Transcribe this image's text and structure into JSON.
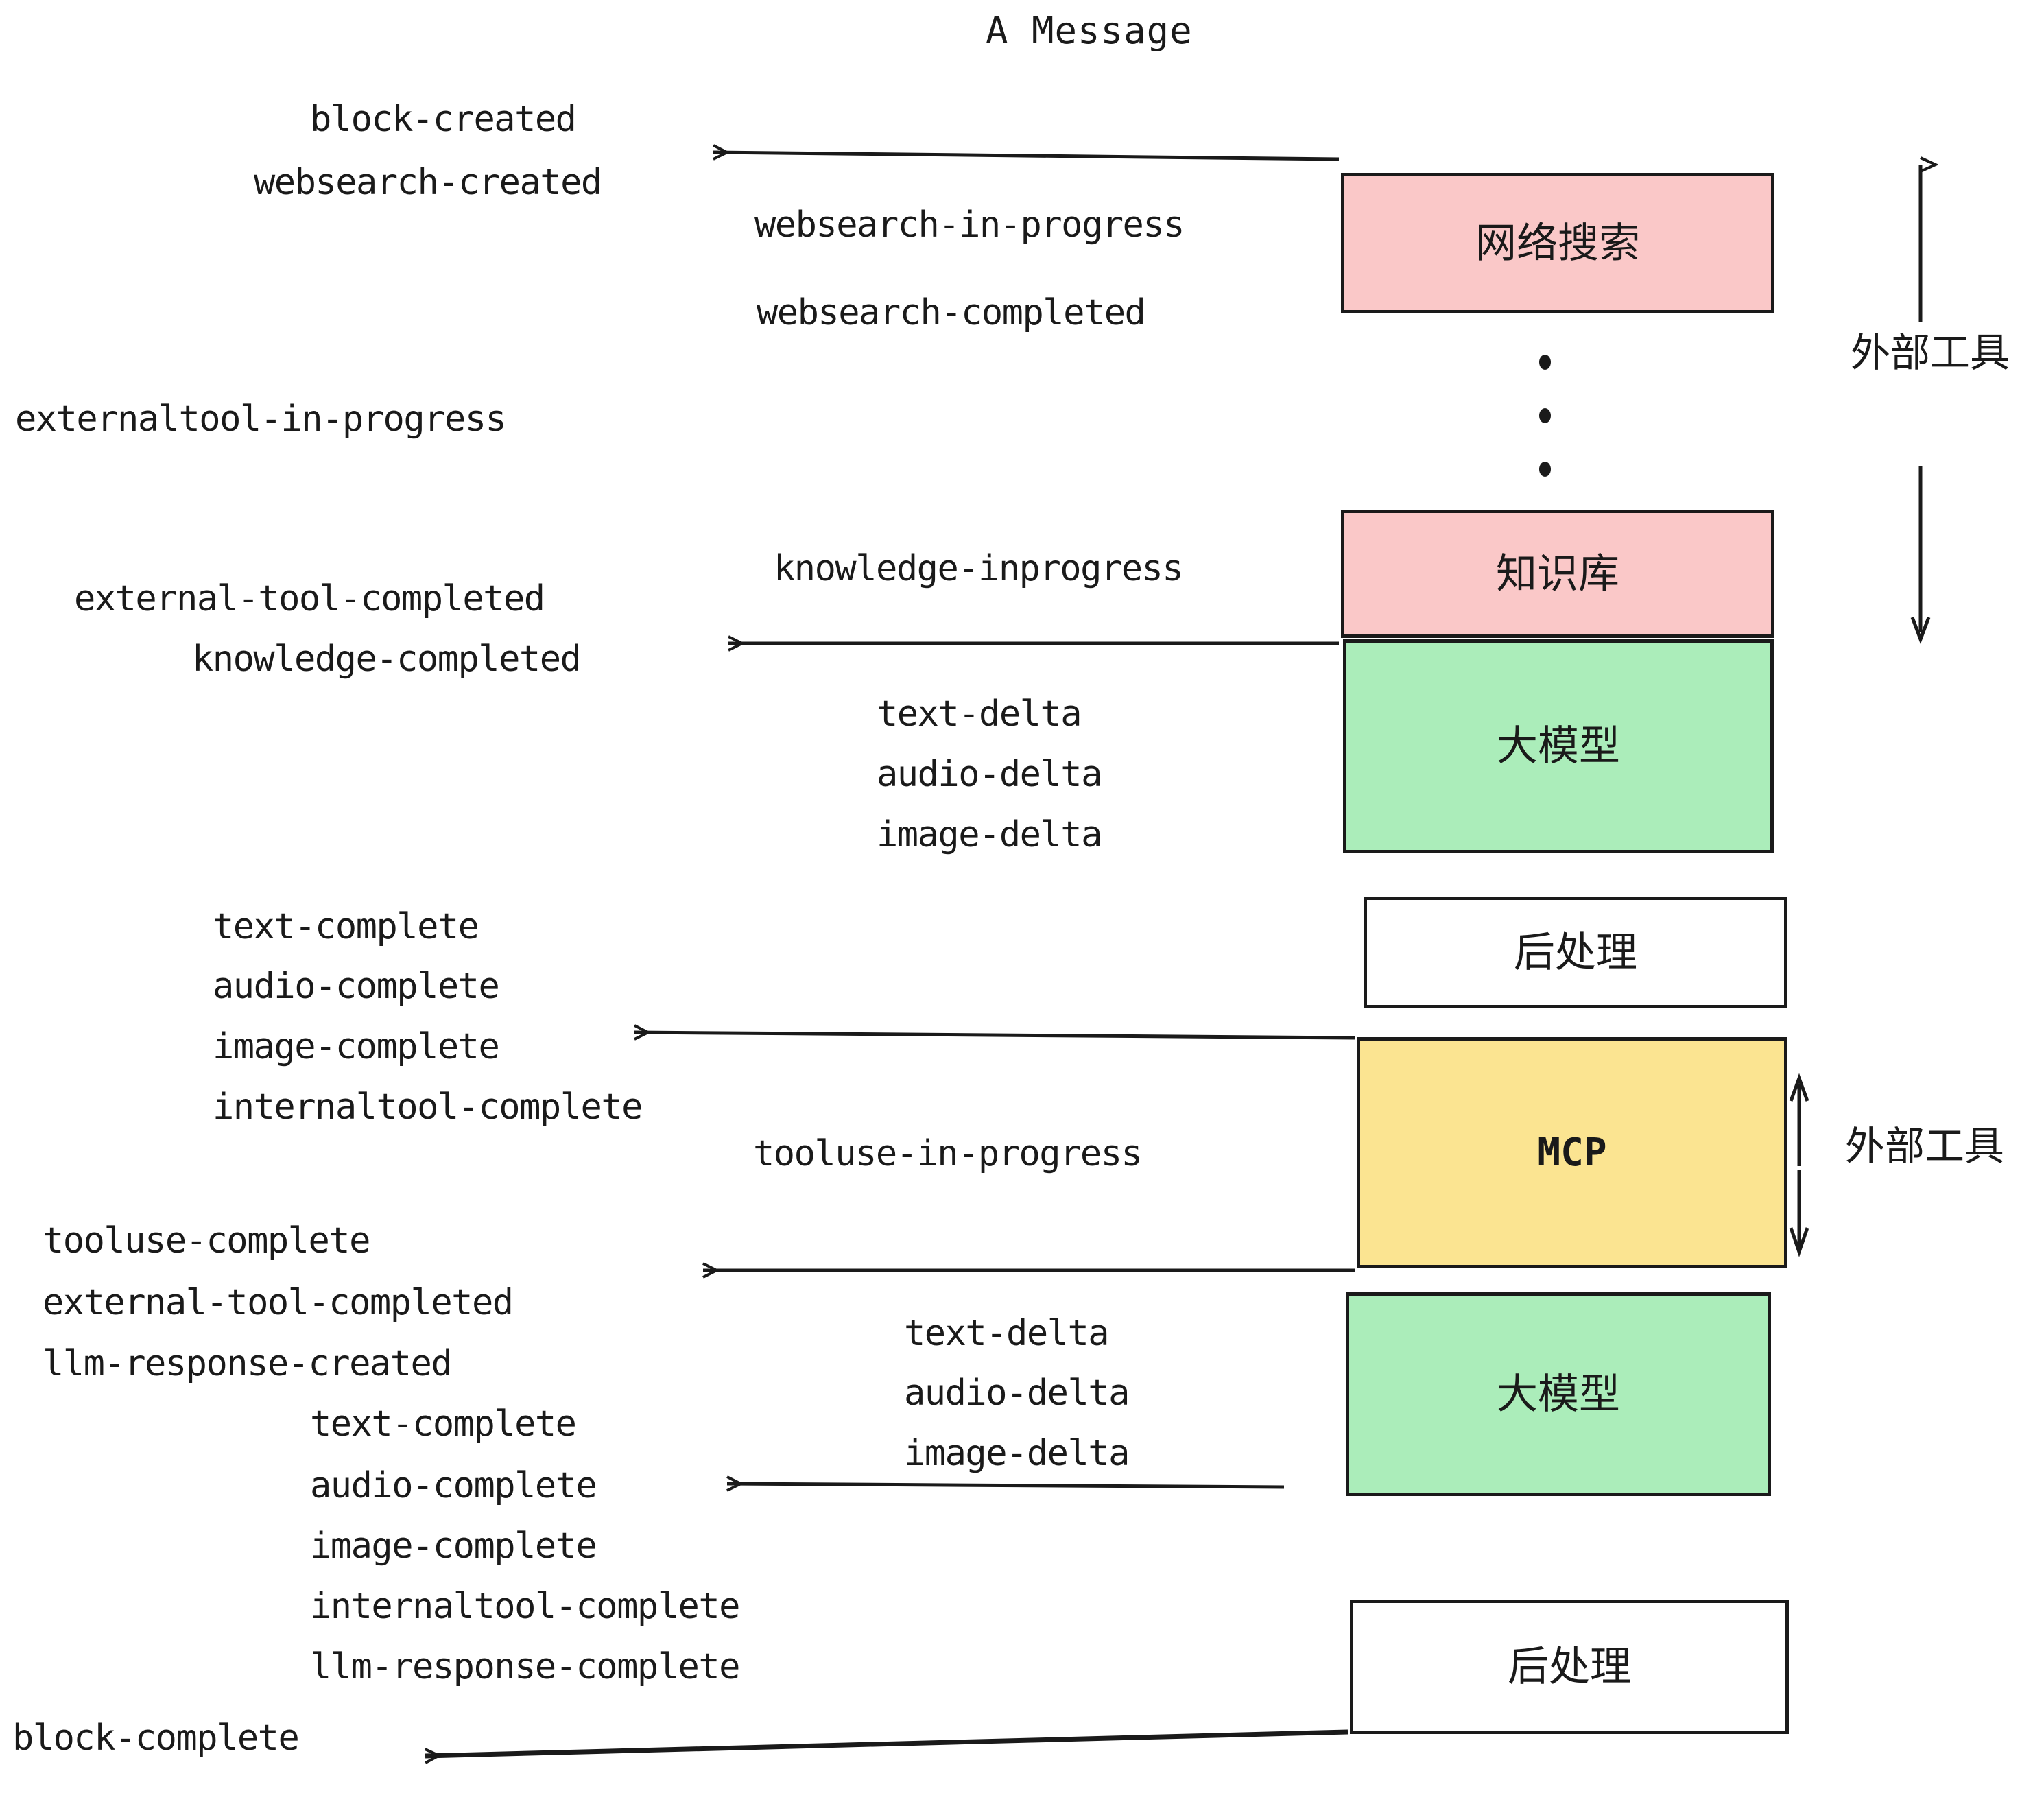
{
  "title": "A Message",
  "nodes": [
    {
      "label": "网络搜索",
      "color": "#fac8c8",
      "kind": "cn"
    },
    {
      "label": "知识库",
      "color": "#fac8c8",
      "kind": "cn"
    },
    {
      "label": "大模型",
      "color": "#abedba",
      "kind": "cn"
    },
    {
      "label": "后处理",
      "color": "#ffffff",
      "kind": "cn"
    },
    {
      "label": "MCP",
      "color": "#fbe491",
      "kind": "latin"
    },
    {
      "label": "大模型",
      "color": "#abedba",
      "kind": "cn"
    },
    {
      "label": "后处理",
      "color": "#ffffff",
      "kind": "cn"
    }
  ],
  "side_labels": [
    {
      "text": "外部工具"
    },
    {
      "text": "外部工具"
    }
  ],
  "events": [
    {
      "text": "block-created"
    },
    {
      "text": "websearch-created"
    },
    {
      "text": "websearch-in-progress"
    },
    {
      "text": "websearch-completed"
    },
    {
      "text": "externaltool-in-progress"
    },
    {
      "text": "knowledge-inprogress"
    },
    {
      "text": "external-tool-completed"
    },
    {
      "text": "knowledge-completed"
    },
    {
      "text": "text-delta"
    },
    {
      "text": "audio-delta"
    },
    {
      "text": "image-delta"
    },
    {
      "text": "text-complete"
    },
    {
      "text": "audio-complete"
    },
    {
      "text": "image-complete"
    },
    {
      "text": "internaltool-complete"
    },
    {
      "text": "tooluse-in-progress"
    },
    {
      "text": "tooluse-complete"
    },
    {
      "text": "external-tool-completed"
    },
    {
      "text": "llm-response-created"
    },
    {
      "text": "text-delta"
    },
    {
      "text": "audio-delta"
    },
    {
      "text": "image-delta"
    },
    {
      "text": "text-complete"
    },
    {
      "text": "audio-complete"
    },
    {
      "text": "image-complete"
    },
    {
      "text": "internaltool-complete"
    },
    {
      "text": "llm-response-complete"
    },
    {
      "text": "block-complete"
    }
  ],
  "colors": {
    "stroke": "#1a1a1a",
    "pink": "#fac8c8",
    "green": "#abedba",
    "yellow": "#fbe491",
    "white": "#ffffff",
    "background": "#ffffff"
  }
}
